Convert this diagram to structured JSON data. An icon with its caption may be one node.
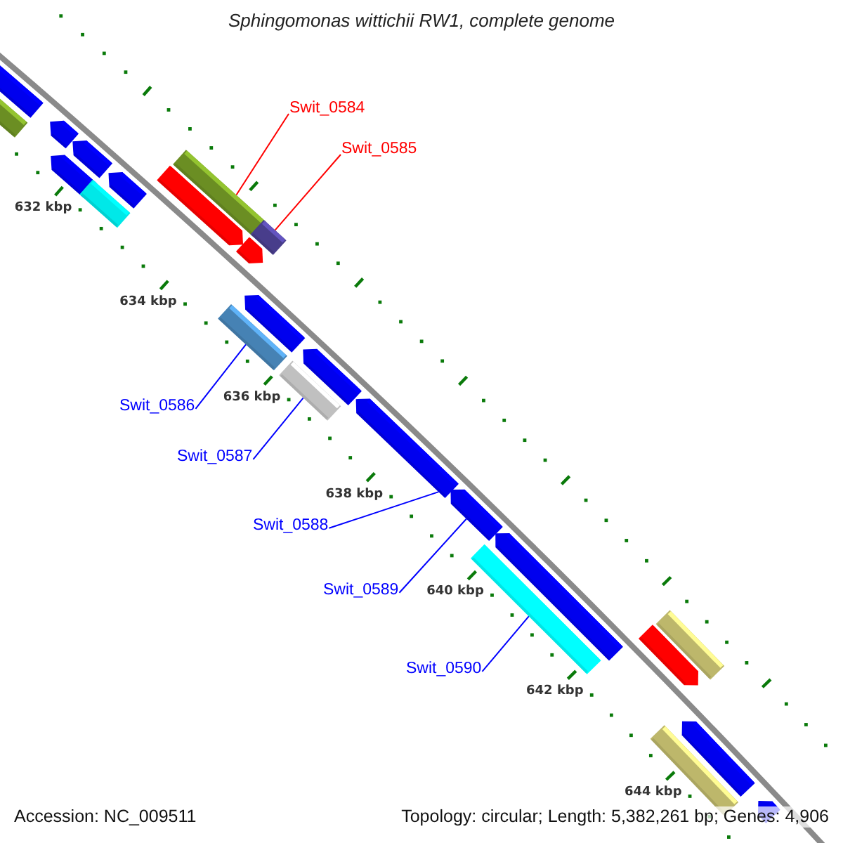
{
  "diagram": {
    "title": "Sphingomonas wittichii RW1, complete genome",
    "nodes": [
      {
        "text": [
          "Swit_0584"
        ]
      },
      {
        "text": [
          "Swit_0585"
        ]
      },
      {
        "text": [
          "Swit_0586"
        ]
      },
      {
        "text": [
          "Swit_0587"
        ]
      },
      {
        "text": [
          "Swit_0588"
        ]
      },
      {
        "text": [
          "Swit_0589"
        ]
      },
      {
        "text": [
          "Swit_0590"
        ]
      },
      {
        "text": [],
        "shape": "bar"
      },
      {
        "text": [],
        "shape": "bar"
      },
      {
        "text": [],
        "shape": "bar"
      },
      {
        "text": [],
        "shape": "bar"
      },
      {
        "text": [],
        "shape": "bar"
      },
      {
        "text": [],
        "shape": "bar"
      },
      {
        "text": [],
        "shape": "bar"
      }
    ],
    "edges": [
      {
        "from": 0,
        "to": 7,
        "arrow": "none",
        "color": "#ff0000"
      },
      {
        "from": 1,
        "to": 8,
        "arrow": "none",
        "color": "#ff0000"
      },
      {
        "from": 2,
        "to": 9,
        "arrow": "none"
      },
      {
        "from": 3,
        "to": 10,
        "arrow": "none"
      },
      {
        "from": 4,
        "to": 11,
        "arrow": "none"
      },
      {
        "from": 5,
        "to": 12,
        "arrow": "none"
      },
      {
        "from": 6,
        "to": 13,
        "arrow": "none"
      }
    ],
    "labels": [
      "632 kbp",
      "634 kbp",
      "636 kbp",
      "638 kbp",
      "640 kbp",
      "642 kbp",
      "644 kbp",
      "Accession: NC_009511",
      "Topology: circular; Length: 5,382,261 bp; Genes: 4,906"
    ]
  }
}
